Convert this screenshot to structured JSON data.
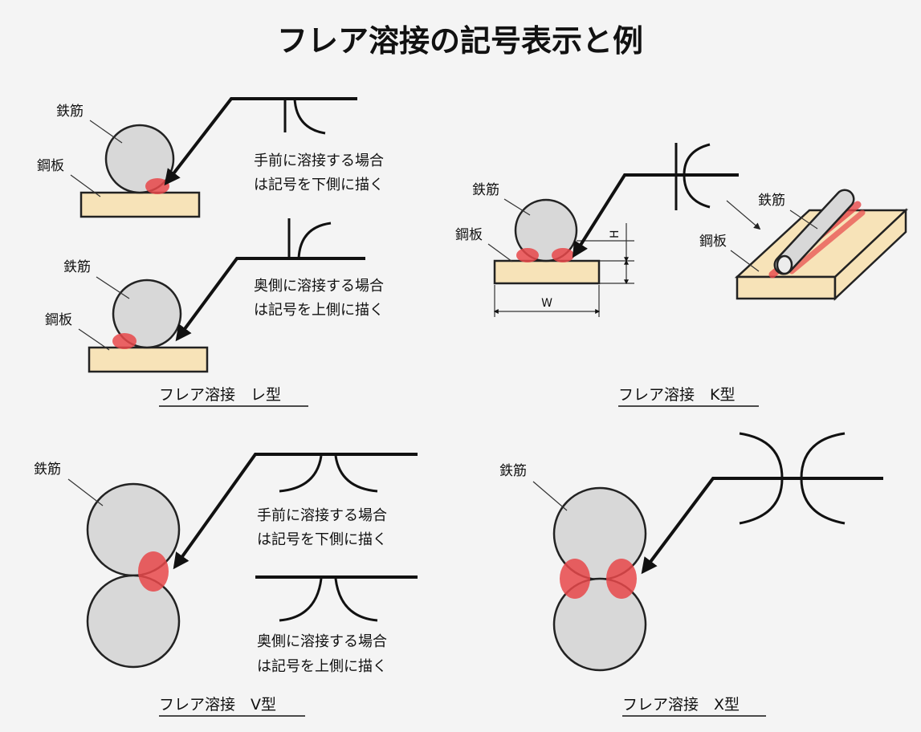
{
  "title": "フレア溶接の記号表示と例",
  "labels": {
    "rebar": "鉄筋",
    "plate": "鋼板"
  },
  "notes": {
    "near_side_1": "手前に溶接する場合",
    "near_side_2": "は記号を下側に描く",
    "far_side_1": "奥側に溶接する場合",
    "far_side_2": "は記号を上側に描く"
  },
  "captions": {
    "l_type": "フレア溶接　レ型",
    "k_type": "フレア溶接　K型",
    "v_type": "フレア溶接　V型",
    "x_type": "フレア溶接　X型"
  },
  "dimensions": {
    "height": "H",
    "width": "W"
  },
  "colors": {
    "rebar_fill": "#d8d8d8",
    "plate_fill": "#f7e3b8",
    "weld": "#e8484a",
    "line": "#111111"
  }
}
